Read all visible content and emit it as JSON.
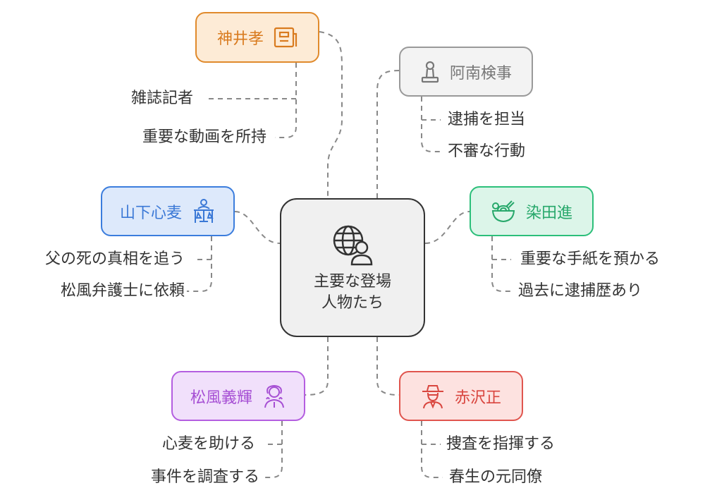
{
  "center": {
    "line1": "主要な登場",
    "line2": "人物たち"
  },
  "nodes": [
    {
      "name": "神井孝",
      "icon": "newspaper-icon",
      "color": "#d97b1f",
      "leaves": [
        "雑誌記者",
        "重要な動画を所持"
      ]
    },
    {
      "name": "阿南検事",
      "icon": "pawn-icon",
      "color": "#777777",
      "leaves": [
        "逮捕を担当",
        "不審な行動"
      ]
    },
    {
      "name": "山下心麦",
      "icon": "justice-icon",
      "color": "#3a78d6",
      "leaves": [
        "父の死の真相を追う",
        "松風弁護士に依頼"
      ]
    },
    {
      "name": "染田進",
      "icon": "noodle-bowl-icon",
      "color": "#27a86b",
      "leaves": [
        "重要な手紙を預かる",
        "過去に逮捕歴あり"
      ]
    },
    {
      "name": "松風義輝",
      "icon": "person-icon",
      "color": "#a64fd4",
      "leaves": [
        "心麦を助ける",
        "事件を調査する"
      ]
    },
    {
      "name": "赤沢正",
      "icon": "detective-icon",
      "color": "#d9463f",
      "leaves": [
        "捜査を指揮する",
        "春生の元同僚"
      ]
    }
  ]
}
